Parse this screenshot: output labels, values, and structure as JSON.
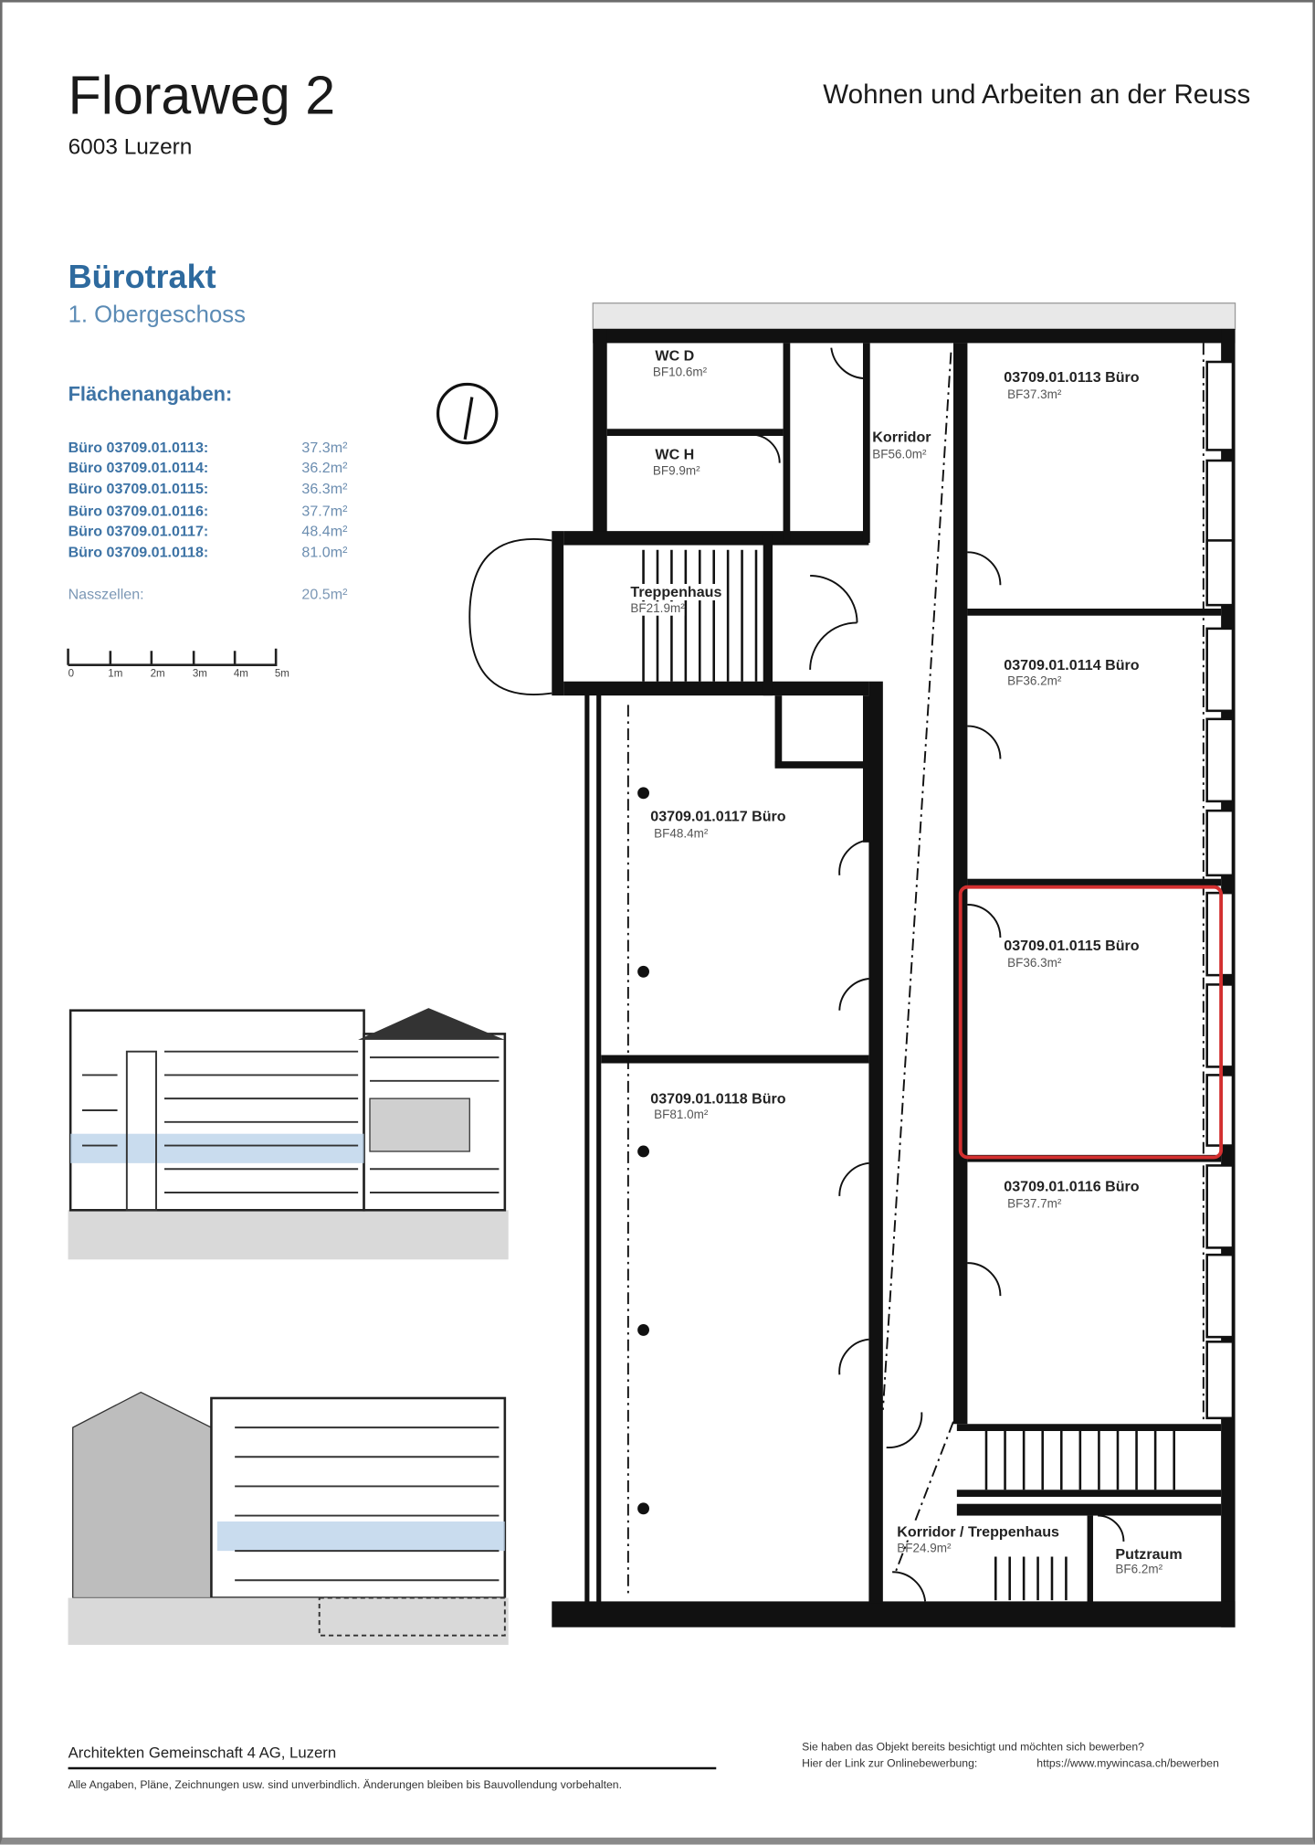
{
  "header": {
    "title": "Floraweg 2",
    "city": "6003 Luzern",
    "tagline": "Wohnen und Arbeiten an der Reuss"
  },
  "section": {
    "title": "Bürotrakt",
    "floor": "1. Obergeschoss"
  },
  "areas": {
    "heading": "Flächenangaben:",
    "rows": [
      {
        "label": "Büro 03709.01.0113:",
        "value": "37.3m²"
      },
      {
        "label": "Büro 03709.01.0114:",
        "value": "36.2m²"
      },
      {
        "label": "Büro 03709.01.0115:",
        "value": "36.3m²"
      },
      {
        "label": "Büro 03709.01.0116:",
        "value": "37.7m²"
      },
      {
        "label": "Büro 03709.01.0117:",
        "value": "48.4m²"
      },
      {
        "label": "Büro 03709.01.0118:",
        "value": "81.0m²"
      }
    ],
    "wet_label": "Nasszellen:",
    "wet_value": "20.5m²"
  },
  "scale": [
    "0",
    "1m",
    "2m",
    "3m",
    "4m",
    "5m"
  ],
  "rooms": [
    {
      "name": "WC D",
      "area": "BF10.6m²"
    },
    {
      "name": "WC H",
      "area": "BF9.9m²"
    },
    {
      "name": "Korridor",
      "area": "BF56.0m²"
    },
    {
      "name": "Treppenhaus",
      "area": "BF21.9m²"
    },
    {
      "name": "03709.01.0113 Büro",
      "area": "BF37.3m²"
    },
    {
      "name": "03709.01.0114 Büro",
      "area": "BF36.2m²"
    },
    {
      "name": "03709.01.0115 Büro",
      "area": "BF36.3m²"
    },
    {
      "name": "03709.01.0116 Büro",
      "area": "BF37.7m²"
    },
    {
      "name": "03709.01.0117 Büro",
      "area": "BF48.4m²"
    },
    {
      "name": "03709.01.0118 Büro",
      "area": "BF81.0m²"
    },
    {
      "name": "Korridor / Treppenhaus",
      "area": "BF24.9m²"
    },
    {
      "name": "Putzraum",
      "area": "BF6.2m²"
    }
  ],
  "highlight_color": "#d32f2f",
  "footer": {
    "architect": "Architekten Gemeinschaft 4 AG, Luzern",
    "disclaimer": "Alle Angaben, Pläne, Zeichnungen usw. sind unverbindlich. Änderungen bleiben bis Bauvollendung vorbehalten.",
    "apply_question": "Sie haben das Objekt bereits besichtigt und möchten sich bewerben?",
    "apply_link_label": "Hier der Link zur Onlinebewerbung:",
    "apply_url": "https://www.mywincasa.ch/bewerben"
  }
}
